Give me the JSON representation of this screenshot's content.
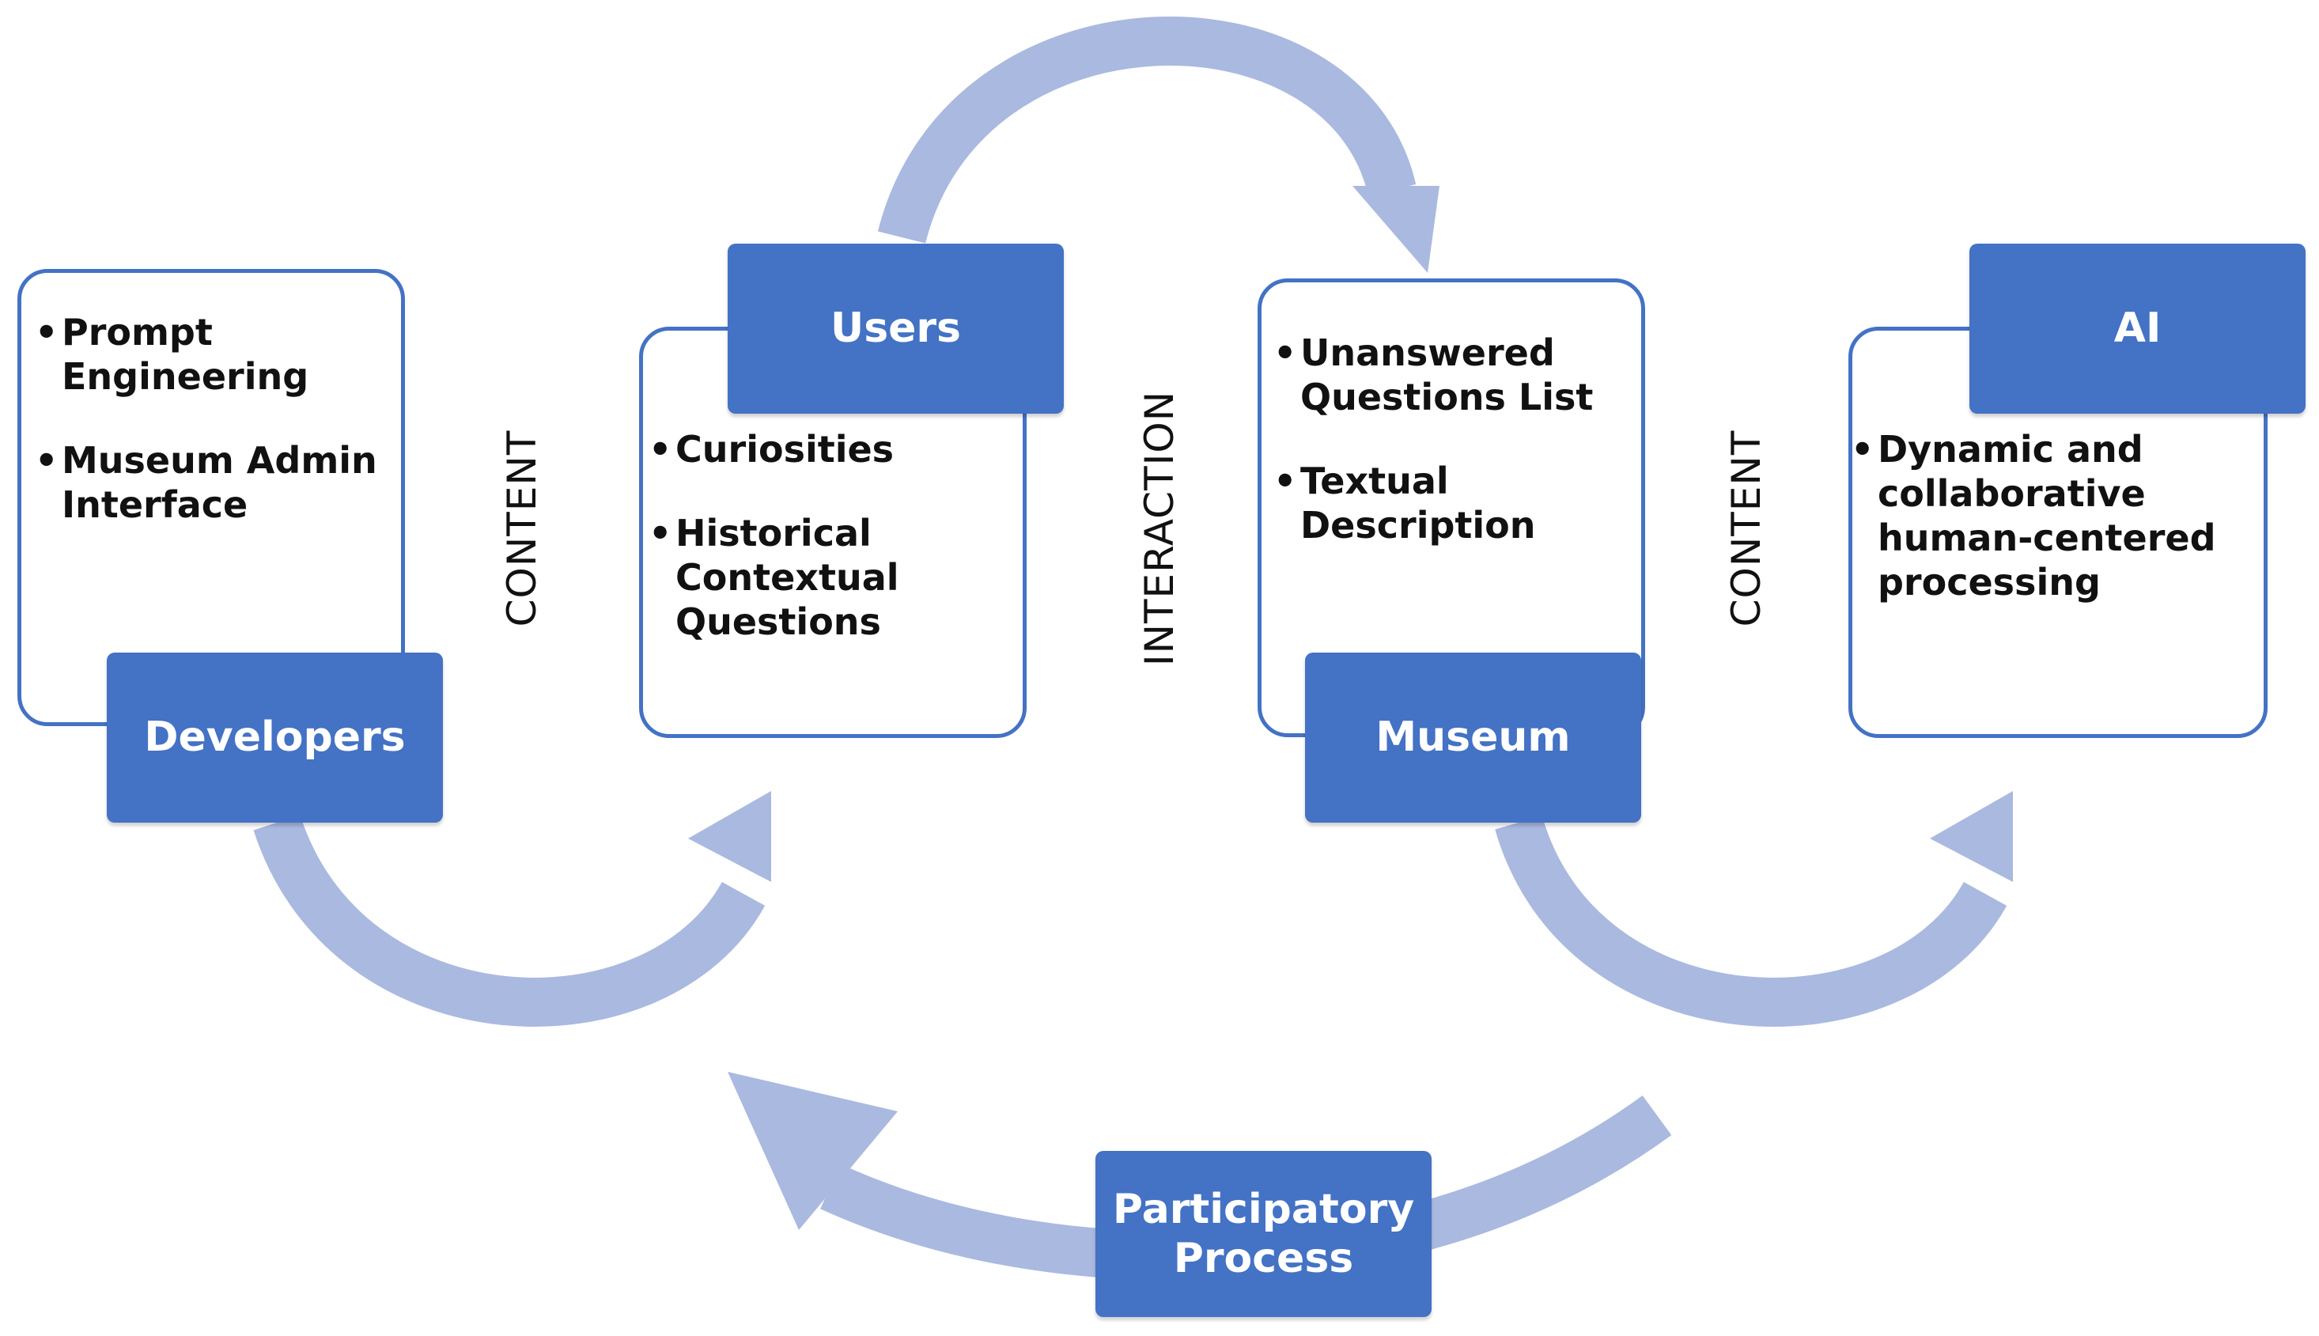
{
  "colors": {
    "box_fill": "#4472c4",
    "panel_border": "#4472c4",
    "arrow": "#aab9e0",
    "text": "#111111"
  },
  "developers": {
    "label": "Developers",
    "bullets": [
      "Prompt Engineering",
      "Museum Admin Interface"
    ]
  },
  "users": {
    "label": "Users",
    "bullets": [
      "Curiosities",
      "Historical Contextual Questions"
    ]
  },
  "museum": {
    "label": "Museum",
    "bullets": [
      "Unanswered Questions List",
      "Textual Description"
    ]
  },
  "ai": {
    "label": "AI",
    "bullets": [
      "Dynamic and collaborative human-centered processing"
    ]
  },
  "connectors": {
    "left": "CONTENT",
    "middle": "INTERACTION",
    "right": "CONTENT"
  },
  "center": {
    "label": "Participatory Process"
  }
}
